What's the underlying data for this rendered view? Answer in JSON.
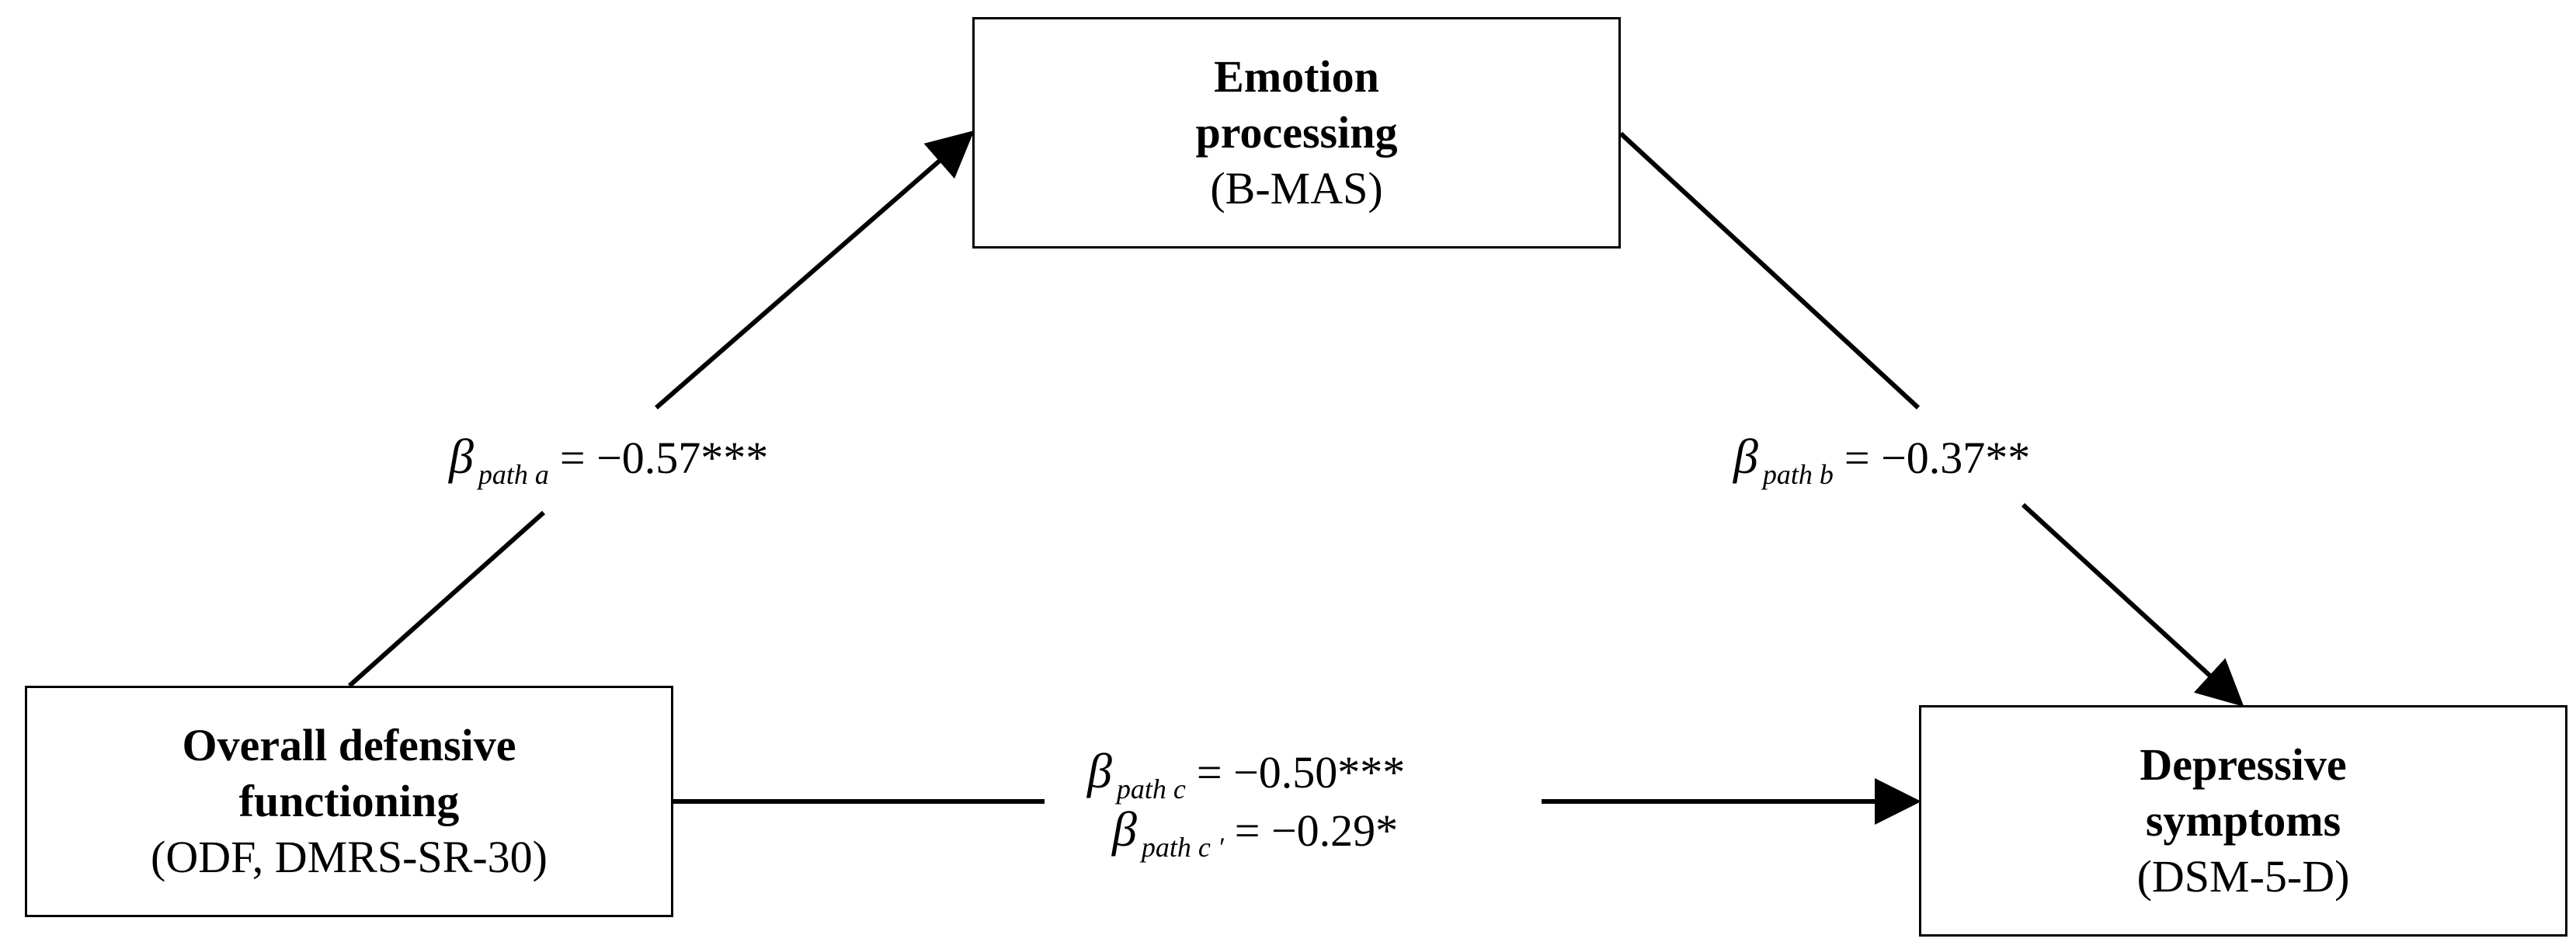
{
  "nodes": {
    "mediator": {
      "title": "Emotion processing",
      "subtitle": "(B-MAS)"
    },
    "predictor": {
      "title": "Overall defensive functioning",
      "subtitle": "(ODF, DMRS-SR-30)"
    },
    "outcome": {
      "title": "Depressive symptoms",
      "subtitle": "(DSM-5-D)"
    }
  },
  "paths": {
    "a": {
      "symbol": "β",
      "subscript": "path a",
      "value": "= −0.57***"
    },
    "b": {
      "symbol": "β",
      "subscript": "path b",
      "value": "= −0.37**"
    },
    "c": {
      "symbol": "β",
      "subscript": "path c",
      "value": "= −0.50***"
    },
    "c_prime": {
      "symbol": "β",
      "subscript": "path c ′",
      "value": "= −0.29*"
    }
  },
  "colors": {
    "stroke": "#000000",
    "background": "#ffffff"
  }
}
